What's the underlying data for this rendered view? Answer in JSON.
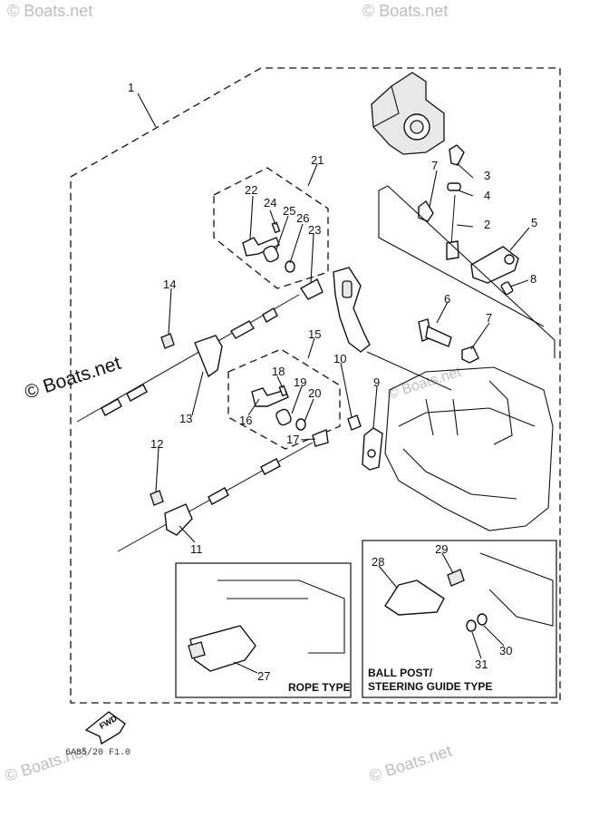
{
  "callouts": [
    "1",
    "2",
    "3",
    "4",
    "5",
    "6",
    "7",
    "8",
    "9",
    "10",
    "11",
    "12",
    "13",
    "14",
    "15",
    "16",
    "17",
    "18",
    "19",
    "20",
    "21",
    "22",
    "23",
    "24",
    "25",
    "26",
    "27",
    "28",
    "29",
    "30",
    "31"
  ],
  "duplicate_callout_7": "7",
  "boxes": {
    "rope_type": "ROPE TYPE",
    "ball_post_line1": "BALL POST/",
    "ball_post_line2": "STEERING GUIDE TYPE"
  },
  "watermark": {
    "main": "© Boats.net",
    "corner": "© Boats.net"
  },
  "fwd_label": "FWD",
  "diagram_code": "6A85/20 F1.0"
}
